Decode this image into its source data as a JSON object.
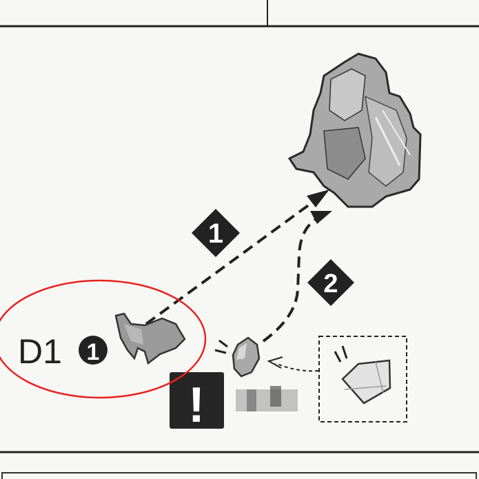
{
  "diagram": {
    "part_label": "D1",
    "part_quantity_badge": "1",
    "step_markers": [
      "1",
      "2"
    ],
    "caution_symbol": "!",
    "colors": {
      "ink": "#222222",
      "highlight_ellipse": "#e8231e",
      "part_gray": "#9a9a9a",
      "background": "#f7f7f6"
    }
  }
}
